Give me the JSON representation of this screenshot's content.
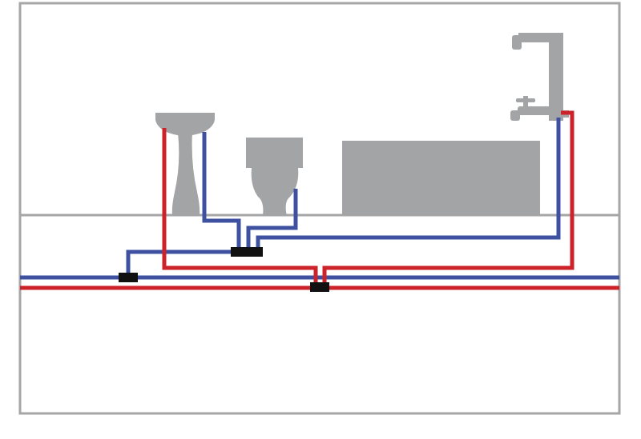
{
  "diagram": {
    "description_text": "",
    "colors": {
      "frame": "#a6a6a6",
      "fixture": "#a3a4a6",
      "cold_pipe": "#3e50a0",
      "hot_pipe": "#cc2229",
      "fitting": "#111111",
      "background": "#ffffff"
    },
    "fixtures": [
      {
        "name": "washbasin",
        "icon": "washbasin-icon"
      },
      {
        "name": "toilet",
        "icon": "toilet-icon"
      },
      {
        "name": "bathtub",
        "icon": "bathtub-icon"
      },
      {
        "name": "shower-riser",
        "icon": "shower-icon"
      },
      {
        "name": "bath-tap",
        "icon": "tap-icon"
      }
    ],
    "pipes": [
      "cold-water-main",
      "hot-water-main",
      "cold-supply-branches",
      "hot-supply-branches"
    ],
    "fittings": [
      "cold-tee-left",
      "manifold-upper",
      "manifold-lower"
    ]
  }
}
